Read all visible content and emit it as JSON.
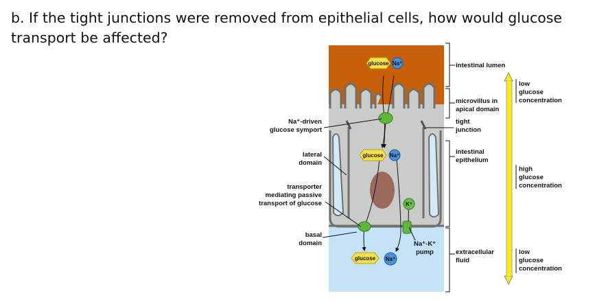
{
  "question": "b. If the tight junctions were removed from epithelial cells, how would glucose transport be affected?",
  "diagram": {
    "molecules": {
      "glucose": "glucose",
      "na": "Na+",
      "k": "K+"
    },
    "labels": {
      "symport_1": "Na+-driven",
      "symport_2": "glucose symport",
      "lateral_1": "lateral",
      "lateral_2": "domain",
      "passive_1": "transporter",
      "passive_2": "mediating passive",
      "passive_3": "transport of glucose",
      "basal_1": "basal",
      "basal_2": "domain",
      "lumen": "intestinal lumen",
      "microvillus_1": "microvillus in",
      "microvillus_2": "apical domain",
      "tight_1": "tight",
      "tight_2": "junction",
      "epithelium_1": "intestinal",
      "epithelium_2": "epithelium",
      "pump_1": "Na+-K+",
      "pump_2": "pump",
      "extracellular_1": "extracellular",
      "extracellular_2": "fluid"
    },
    "gradient": {
      "top_1": "low",
      "top_2": "glucose",
      "top_3": "concentration",
      "mid_1": "high",
      "mid_2": "glucose",
      "mid_3": "concentration",
      "bot_1": "low",
      "bot_2": "glucose",
      "bot_3": "concentration"
    },
    "colors": {
      "lumen": "#c8600a",
      "cell": "#c9ccc9",
      "membrane": "#6e706e",
      "extracellular": "#c5e3f6",
      "glucose": "#f6e04a",
      "sodium": "#4a90d8",
      "potassium": "#6cc04a",
      "transporter": "#5fb83a",
      "nucleus": "#9b6a5d",
      "gradient_bar": "#f3ec1e"
    }
  }
}
